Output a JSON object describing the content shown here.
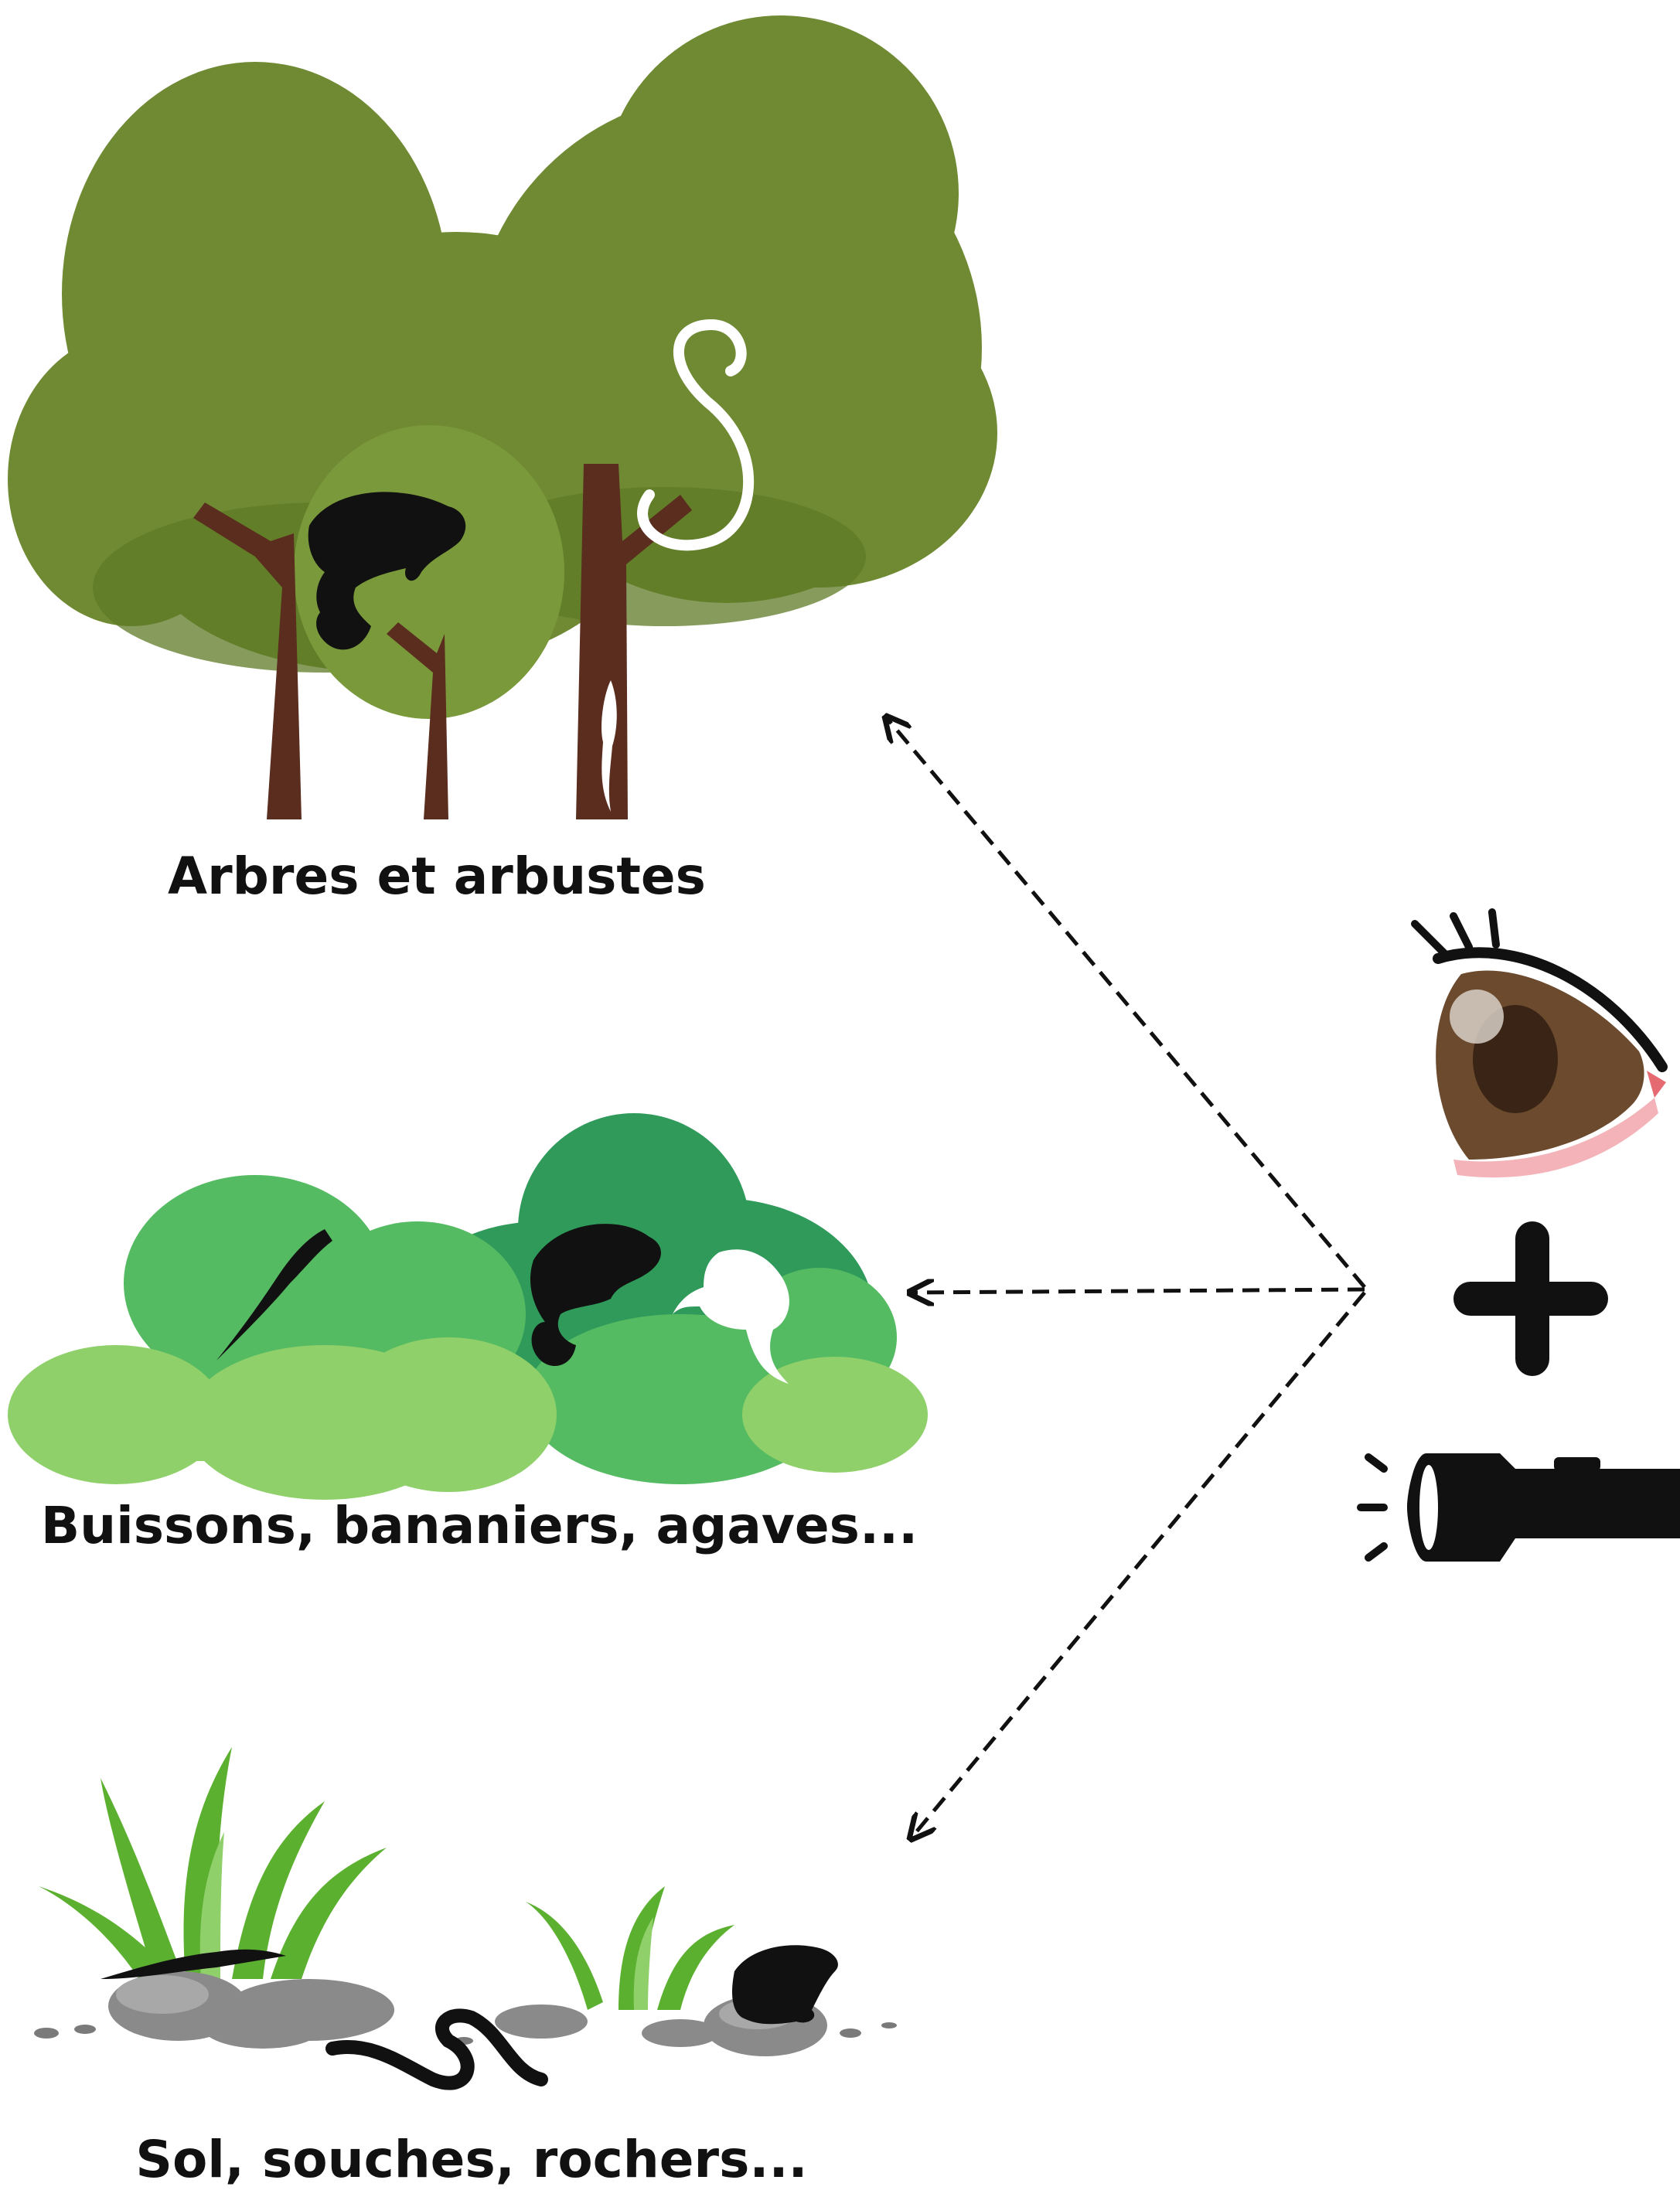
{
  "habitats": [
    {
      "key": "trees",
      "label": "Arbres et arbustes",
      "icon": "trees-illustration"
    },
    {
      "key": "bushes",
      "label": "Buissons, bananiers, agaves...",
      "icon": "bushes-illustration"
    },
    {
      "key": "ground",
      "label": "Sol, souches, rochers...",
      "icon": "ground-illustration"
    }
  ],
  "observer": {
    "eye_icon": "eye-icon",
    "plus_icon": "plus-icon",
    "flashlight_icon": "flashlight-icon"
  },
  "colors": {
    "tree_canopy": "#6f8a33",
    "tree_trunk": "#5a2d1e",
    "bush_dark": "#2f9a5a",
    "bush_light": "#8fd06a",
    "grass": "#5cb030",
    "rock": "#8a8a8a",
    "eye_iris": "#6b4a2e",
    "animal_dark": "#111111",
    "animal_light": "#ffffff"
  }
}
